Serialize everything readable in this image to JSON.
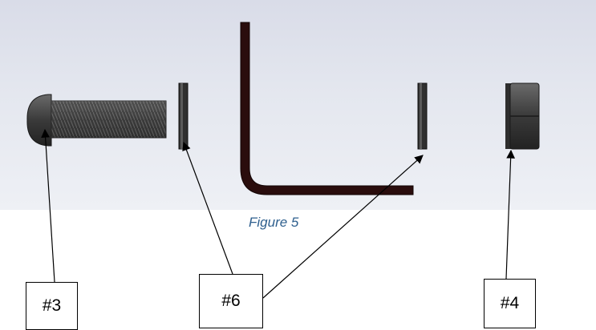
{
  "figure": {
    "caption": "Figure 5",
    "caption_color": "#2e5f8e",
    "background_color": "#e4e7ef"
  },
  "parts": {
    "screw": {
      "icon": "button-head-screw-icon",
      "color": "#3a3a3a"
    },
    "washer_left": {
      "icon": "washer-icon",
      "color": "#303030"
    },
    "washer_right": {
      "icon": "washer-icon",
      "color": "#303030"
    },
    "hex_key": {
      "icon": "hex-key-icon",
      "color": "#2a0d0d"
    },
    "nut": {
      "icon": "hex-nut-icon",
      "color": "#3a3a3a"
    }
  },
  "callouts": [
    {
      "id": "callout-3",
      "label": "#3"
    },
    {
      "id": "callout-6",
      "label": "#6"
    },
    {
      "id": "callout-4",
      "label": "#4"
    }
  ]
}
